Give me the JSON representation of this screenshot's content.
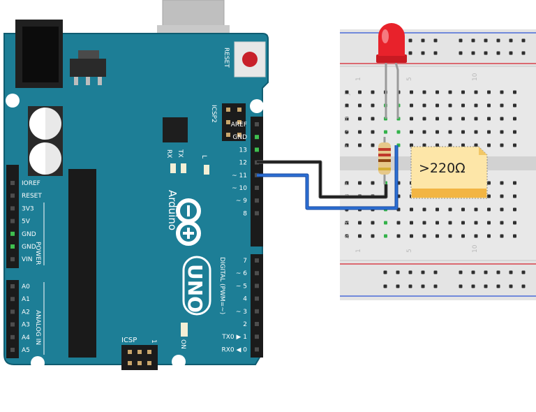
{
  "arduino": {
    "brand": "Arduino",
    "model": "UNO",
    "reset_label": "RESET",
    "icsp2_label": "ICSP2",
    "icsp_label": "ICSP",
    "icsp_pin1": "1",
    "tx_label": "TX",
    "rx_label": "RX",
    "l_label": "L",
    "on_label": "ON",
    "digital_label": "DIGITAL (PWM=~)",
    "power_label": "POWER",
    "analog_label": "ANALOG IN",
    "digital_pins_top": [
      "AREF",
      "GND",
      "13",
      "12",
      "~ 11",
      "~ 10",
      "~ 9",
      "8"
    ],
    "digital_pins_bottom": [
      "7",
      "~ 6",
      "~ 5",
      "4",
      "~ 3",
      "2",
      "TX0 ▶ 1",
      "RX0 ◀ 0"
    ],
    "power_pins": [
      "IOREF",
      "RESET",
      "3V3",
      "5V",
      "GND",
      "GND",
      "VIN"
    ],
    "analog_pins": [
      "A0",
      "A1",
      "A2",
      "A3",
      "A4",
      "A5"
    ]
  },
  "breadboard": {
    "rows_top": [
      "J",
      "I",
      "H",
      "G",
      "F"
    ],
    "rows_bottom": [
      "E",
      "D",
      "C",
      "B",
      "A"
    ],
    "col_numbers": [
      "1",
      "5",
      "10"
    ]
  },
  "callout": {
    "text": ">220Ω"
  },
  "colors": {
    "board": "#1d7e96",
    "board_edge": "#0f5c70",
    "wire_gnd": "#1a1a1a",
    "wire_13": "#2c6fd4",
    "led": "#e8222b",
    "note": "#fde6a8",
    "note_band": "#f2b544"
  }
}
